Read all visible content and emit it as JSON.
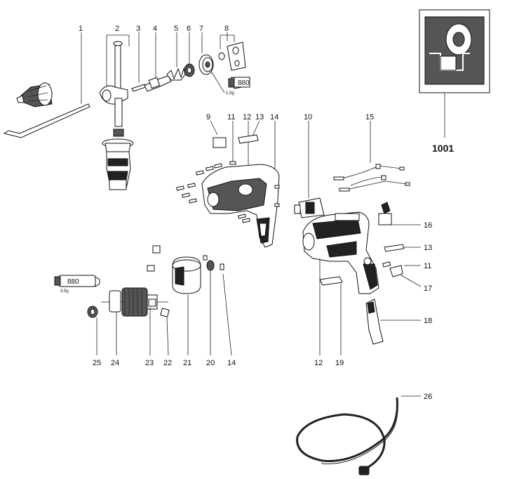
{
  "callouts": {
    "n1": "1",
    "n2": "2",
    "n3": "3",
    "n4": "4",
    "n5": "5",
    "n6": "6",
    "n7": "7",
    "n8": "8",
    "n9": "9",
    "n10": "10",
    "n11a": "11",
    "n11b": "11",
    "n12a": "12",
    "n12b": "12",
    "n13a": "13",
    "n13b": "13",
    "n14a": "14",
    "n14b": "14",
    "n15": "15",
    "n16": "16",
    "n17": "17",
    "n18": "18",
    "n19": "19",
    "n20": "20",
    "n21": "21",
    "n22": "22",
    "n23": "23",
    "n24": "24",
    "n25": "25",
    "n26": "26",
    "n1001": "1001"
  },
  "grease": {
    "tube_top_label": "880",
    "tube_top_qty": "1,5g",
    "tube_left_label": "880",
    "tube_left_qty": "3,5g"
  }
}
